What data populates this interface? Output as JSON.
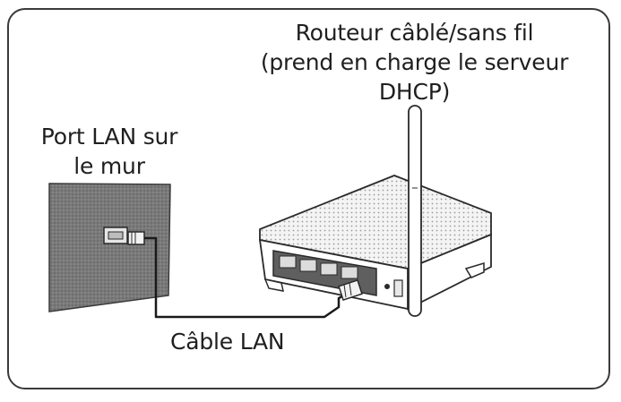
{
  "router_label": {
    "line1": "Routeur câblé/sans fil",
    "line2": "(prend en charge le serveur",
    "line3": "DHCP)"
  },
  "wall_label": {
    "line1": "Port LAN sur",
    "line2": "le mur"
  },
  "cable_label": "Câble LAN"
}
